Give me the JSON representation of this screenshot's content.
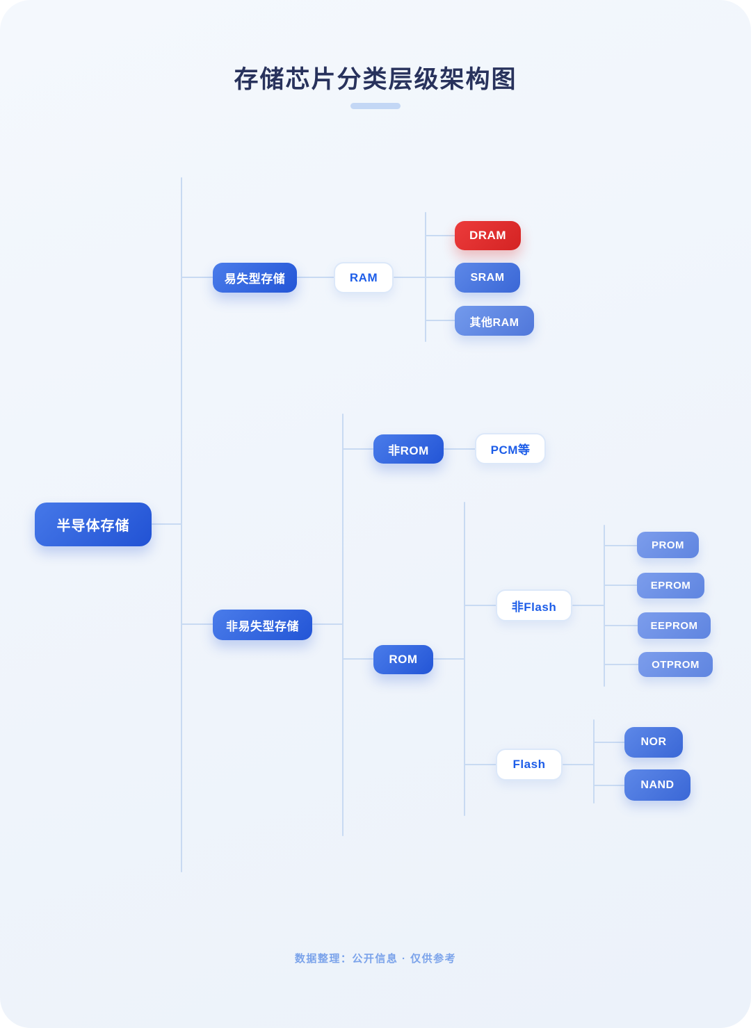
{
  "page": {
    "title": "存储芯片分类层级架构图",
    "footer": "数据整理：公开信息 · 仅供参考"
  },
  "colors": {
    "card_background": "#F2F6FC",
    "accent_blue": "#2B5CD9",
    "highlight_red": "#DD2727",
    "connector_line": "#C8DAF2",
    "title_text": "#28325C",
    "footer_text": "#7BA3EA",
    "outline_node_text": "#1D5DE8"
  },
  "tree": {
    "root": {
      "label": "半导体存储"
    },
    "branches": [
      {
        "label": "易失型存储",
        "children": [
          {
            "label": "RAM",
            "children": [
              {
                "label": "DRAM",
                "highlight": "red"
              },
              {
                "label": "SRAM"
              },
              {
                "label": "其他RAM"
              }
            ]
          }
        ]
      },
      {
        "label": "非易失型存储",
        "children": [
          {
            "label": "非ROM",
            "children": [
              {
                "label": "PCM等"
              }
            ]
          },
          {
            "label": "ROM",
            "children": [
              {
                "label": "非Flash",
                "children": [
                  {
                    "label": "PROM"
                  },
                  {
                    "label": "EPROM"
                  },
                  {
                    "label": "EEPROM"
                  },
                  {
                    "label": "OTPROM"
                  }
                ]
              },
              {
                "label": "Flash",
                "children": [
                  {
                    "label": "NOR"
                  },
                  {
                    "label": "NAND"
                  }
                ]
              }
            ]
          }
        ]
      }
    ]
  }
}
